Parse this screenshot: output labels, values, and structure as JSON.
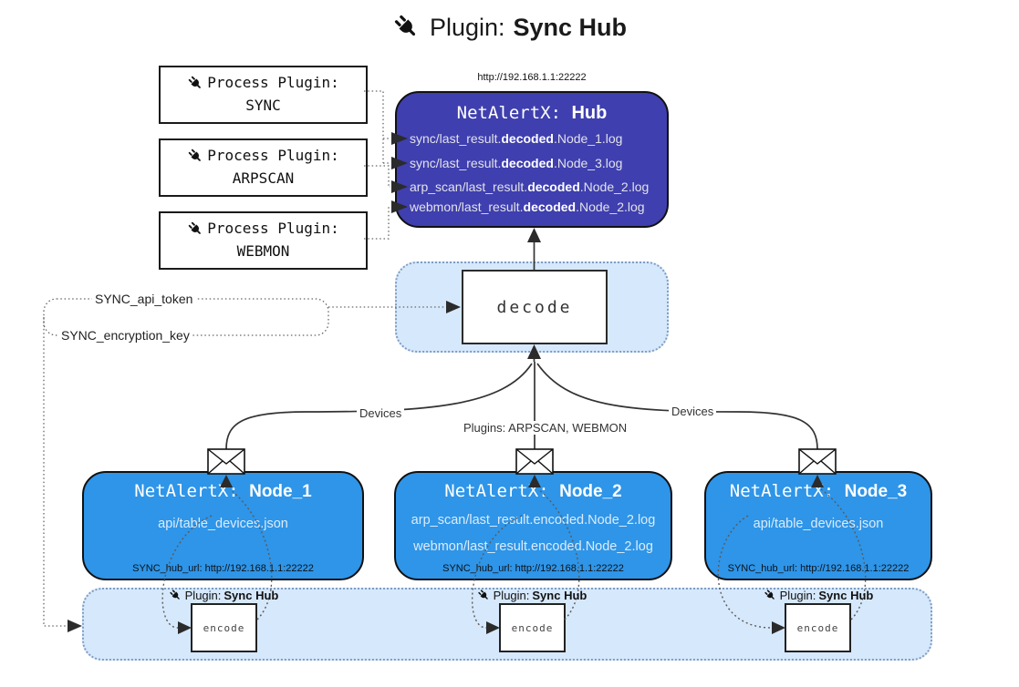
{
  "title": {
    "prefix": "Plugin:",
    "name": "Sync Hub"
  },
  "process_plugins": [
    {
      "label": "Process Plugin:",
      "name": "SYNC"
    },
    {
      "label": "Process Plugin:",
      "name": "ARPSCAN"
    },
    {
      "label": "Process Plugin:",
      "name": "WEBMON"
    }
  ],
  "hub": {
    "url": "http://192.168.1.1:22222",
    "title_prefix": "NetAlertX:",
    "title_name": "Hub",
    "logs": [
      {
        "pre": "sync/last_result.",
        "bold": "decoded",
        "post": ".Node_1.log"
      },
      {
        "pre": "sync/last_result.",
        "bold": "decoded",
        "post": ".Node_3.log"
      },
      {
        "pre": "arp_scan/last_result.",
        "bold": "decoded",
        "post": ".Node_2.log"
      },
      {
        "pre": "webmon/last_result.",
        "bold": "decoded",
        "post": ".Node_2.log"
      }
    ]
  },
  "decode": {
    "label": "decode"
  },
  "secrets": {
    "api_token": "SYNC_api_token",
    "encryption_key": "SYNC_encryption_key"
  },
  "edge_labels": {
    "devices_left": "Devices",
    "plugins_mid": "Plugins: ARPSCAN, WEBMON",
    "devices_right": "Devices"
  },
  "nodes": [
    {
      "title_prefix": "NetAlertX:",
      "title_name": "Node_1",
      "files": [
        "api/table_devices.json"
      ],
      "hub_url": "SYNC_hub_url: http://192.168.1.1:22222"
    },
    {
      "title_prefix": "NetAlertX:",
      "title_name": "Node_2",
      "files": [
        "arp_scan/last_result.encoded.Node_2.log",
        "webmon/last_result.encoded.Node_2.log"
      ],
      "hub_url": "SYNC_hub_url: http://192.168.1.1:22222"
    },
    {
      "title_prefix": "NetAlertX:",
      "title_name": "Node_3",
      "files": [
        "api/table_devices.json"
      ],
      "hub_url": "SYNC_hub_url: http://192.168.1.1:22222"
    }
  ],
  "sync_band": {
    "label_prefix": "Plugin:",
    "label_name": "Sync Hub",
    "encode_label": "encode"
  },
  "icons": {
    "plug": "plug-icon",
    "envelope": "envelope-icon"
  },
  "colors": {
    "hub": "#3f3faf",
    "node": "#2e95e8",
    "band": "#d6e8fb",
    "band_border": "#7f9cc4",
    "wire": "#333333",
    "dot": "#5f5f5f"
  }
}
